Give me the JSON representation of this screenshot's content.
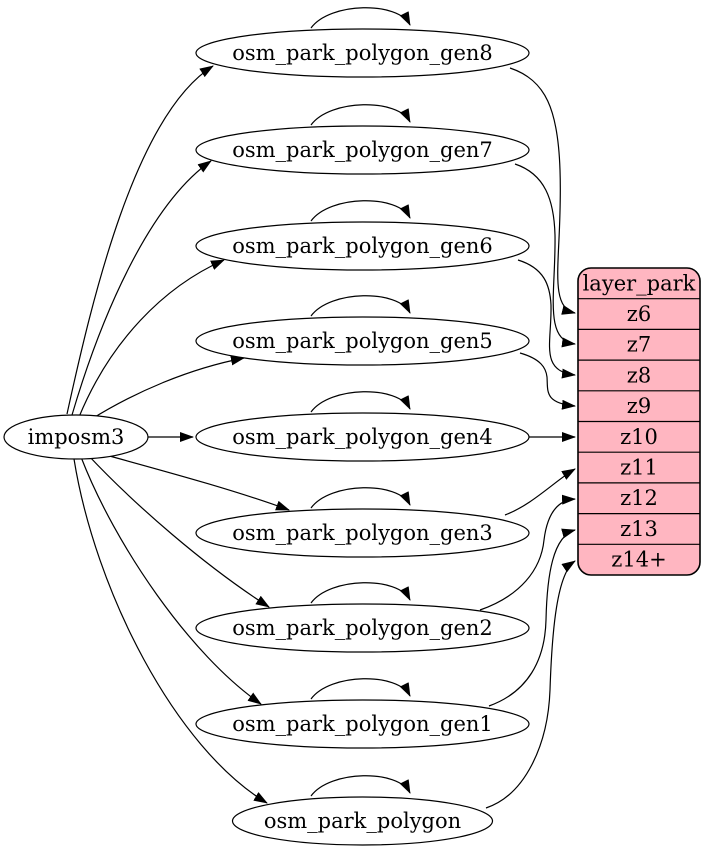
{
  "diagram": {
    "type": "etl-graph",
    "source": {
      "label": "imposm3"
    },
    "tables": [
      {
        "label": "osm_park_polygon_gen8",
        "self_loop": true,
        "maps_to_row": "z6"
      },
      {
        "label": "osm_park_polygon_gen7",
        "self_loop": true,
        "maps_to_row": "z7"
      },
      {
        "label": "osm_park_polygon_gen6",
        "self_loop": true,
        "maps_to_row": "z8"
      },
      {
        "label": "osm_park_polygon_gen5",
        "self_loop": true,
        "maps_to_row": "z9"
      },
      {
        "label": "osm_park_polygon_gen4",
        "self_loop": true,
        "maps_to_row": "z10"
      },
      {
        "label": "osm_park_polygon_gen3",
        "self_loop": true,
        "maps_to_row": "z11"
      },
      {
        "label": "osm_park_polygon_gen2",
        "self_loop": true,
        "maps_to_row": "z12"
      },
      {
        "label": "osm_park_polygon_gen1",
        "self_loop": true,
        "maps_to_row": "z13"
      },
      {
        "label": "osm_park_polygon",
        "self_loop": true,
        "maps_to_row": "z14+"
      }
    ],
    "layer": {
      "title": "layer_park",
      "rows": [
        "z6",
        "z7",
        "z8",
        "z9",
        "z10",
        "z11",
        "z12",
        "z13",
        "z14+"
      ]
    },
    "edges_from_source": [
      "osm_park_polygon_gen8",
      "osm_park_polygon_gen7",
      "osm_park_polygon_gen6",
      "osm_park_polygon_gen5",
      "osm_park_polygon_gen4",
      "osm_park_polygon_gen3",
      "osm_park_polygon_gen2",
      "osm_park_polygon_gen1",
      "osm_park_polygon"
    ],
    "colors": {
      "layer_fill": "#ffb6c1",
      "node_fill": "#ffffff",
      "stroke": "#000000"
    }
  }
}
